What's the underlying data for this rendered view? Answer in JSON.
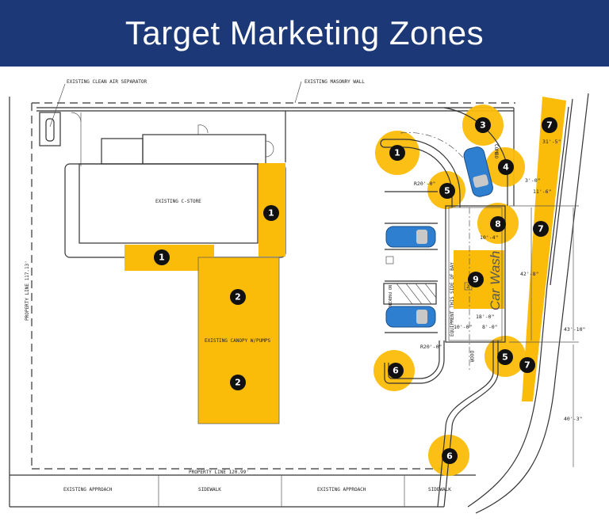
{
  "header": {
    "title": "Target Marketing Zones"
  },
  "colors": {
    "header_bg": "#1d3877",
    "zone_highlight": "#fbbc09",
    "marker": "#111111",
    "car": "#2f7fd0"
  },
  "labels": {
    "clean_air": "EXISTING CLEAN AIR SEPARATOR",
    "masonry_wall": "EXISTING MASONRY WALL",
    "c_store": "EXISTING C-STORE",
    "canopy": "EXISTING CANOPY W/PUMPS",
    "property_line_left": "PROPERTY LINE 117.13'",
    "property_line_bottom": "PROPERTY LINE 120.99'",
    "approach_1": "EXISTING APPROACH",
    "sidewalk_1": "SIDEWALK",
    "approach_2": "EXISTING APPROACH",
    "sidewalk_2": "SIDEWALK",
    "equipment": "EQUIPMENT THIS SIDE OF BAY",
    "car_wash": "Car Wash",
    "no_parking": "NO PARKING",
    "door": "DOOR",
    "combo": "COMBO",
    "bay_tag": "2"
  },
  "dimensions": {
    "r_top": "R20'-0\"",
    "r_bottom": "R20'-0\"",
    "d3": "3'-0\"",
    "d11": "11'-6\"",
    "d31": "31'-5\"",
    "d10_4": "10'-4\"",
    "d42": "42'-8\"",
    "d18": "18'-0\"",
    "d10": "10'-0\"",
    "d8": "8'-0\"",
    "d43": "43'-10\"",
    "d40": "40'-3\""
  },
  "markers": [
    "1",
    "1",
    "1",
    "2",
    "2",
    "3",
    "4",
    "5",
    "7",
    "7",
    "8",
    "9",
    "5",
    "7",
    "6",
    "6"
  ]
}
